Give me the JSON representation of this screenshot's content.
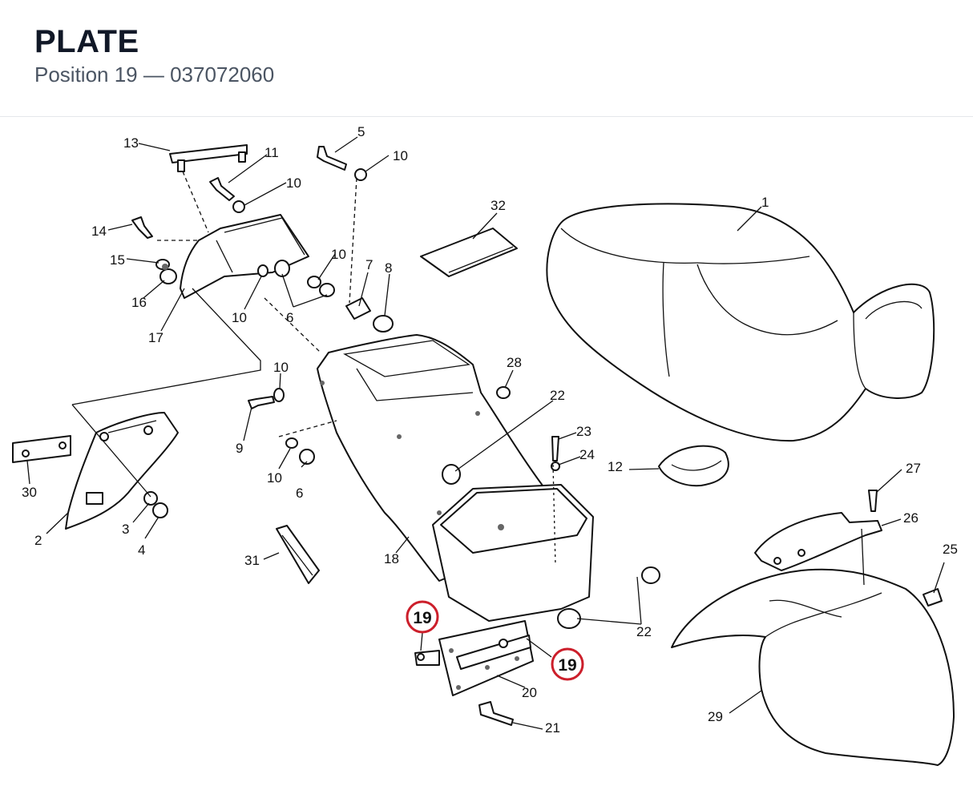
{
  "header": {
    "title": "PLATE",
    "subtitle": "Position 19 — 037072060"
  },
  "highlight": {
    "position": "19",
    "color": "#cc1f2b"
  },
  "callouts": {
    "c1": "1",
    "c2": "2",
    "c3": "3",
    "c4": "4",
    "c5": "5",
    "c6a": "6",
    "c6b": "6",
    "c7": "7",
    "c8": "8",
    "c9": "9",
    "c10a": "10",
    "c10b": "10",
    "c10c": "10",
    "c10d": "10",
    "c10e": "10",
    "c10f": "10",
    "c11": "11",
    "c12": "12",
    "c13": "13",
    "c14": "14",
    "c15": "15",
    "c16": "16",
    "c17": "17",
    "c18": "18",
    "c19a": "19",
    "c19b": "19",
    "c20": "20",
    "c21": "21",
    "c22a": "22",
    "c22b": "22",
    "c23": "23",
    "c24": "24",
    "c25": "25",
    "c26": "26",
    "c27": "27",
    "c28": "28",
    "c29": "29",
    "c30": "30",
    "c31": "31",
    "c32": "32"
  }
}
